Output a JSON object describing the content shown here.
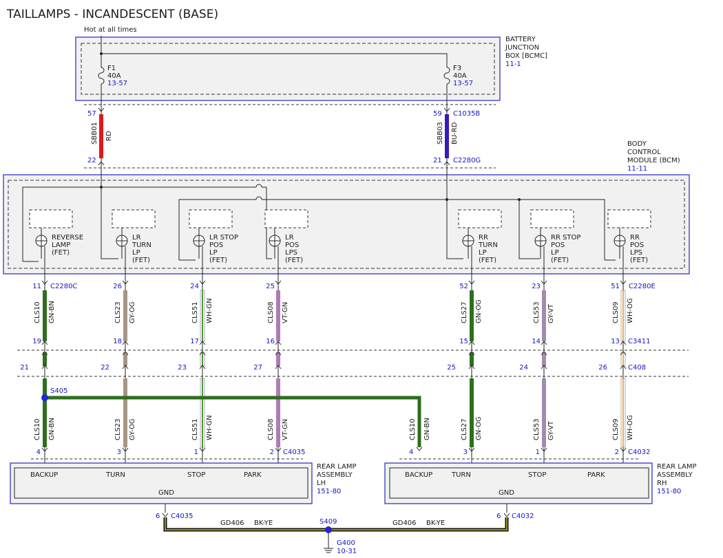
{
  "title": "TAILLAMPS - INCANDESCENT (BASE)",
  "hot_label": "Hot at all times",
  "bjb": {
    "name_lines": [
      "BATTERY",
      "JUNCTION",
      "BOX [BCMC]"
    ],
    "ref": "11-1",
    "fuses": [
      {
        "id": "F1",
        "rating": "40A",
        "ref": "13-57",
        "pin": "57",
        "connector": "",
        "wire": "SBB01",
        "color": "RD",
        "bottom_pin": "22",
        "bottom_connector": ""
      },
      {
        "id": "F3",
        "rating": "40A",
        "ref": "13-57",
        "pin": "59",
        "connector": "C1035B",
        "wire": "SBB03",
        "color": "BU-RD",
        "bottom_pin": "21",
        "bottom_connector": "C2280G"
      }
    ]
  },
  "bcm": {
    "name_lines": [
      "BODY",
      "CONTROL",
      "MODULE (BCM)"
    ],
    "ref": "11-11",
    "outputs": [
      {
        "label_lines": [
          "REVERSE",
          "LAMP",
          "(FET)"
        ]
      },
      {
        "label_lines": [
          "LR",
          "TURN",
          "LP",
          "(FET)"
        ]
      },
      {
        "label_lines": [
          "LR STOP",
          "POS",
          "LP",
          "(FET)"
        ]
      },
      {
        "label_lines": [
          "LR",
          "POS",
          "LPS",
          "(FET)"
        ]
      },
      {
        "label_lines": [
          "RR",
          "TURN",
          "LP",
          "(FET)"
        ]
      },
      {
        "label_lines": [
          "RR STOP",
          "POS",
          "LP",
          "(FET)"
        ]
      },
      {
        "label_lines": [
          "RR",
          "POS",
          "LPS",
          "(FET)"
        ]
      }
    ]
  },
  "wires": [
    {
      "circuit": "CLS10",
      "color_code": "GN-BN",
      "hex": "#2e6e1e",
      "stripe": "#2e6e1e",
      "bcm_pin": "11",
      "bcm_connector": "C2280C",
      "c3411_pin": "19",
      "c3411_connector": "",
      "c408_pin": "21",
      "c408_connector": "",
      "lamp_pin": "4",
      "lamp_connector": ""
    },
    {
      "circuit": "CLS23",
      "color_code": "GY-OG",
      "hex": "#9a9a9a",
      "stripe": "#d98a2b",
      "bcm_pin": "26",
      "bcm_connector": "",
      "c3411_pin": "18",
      "c3411_connector": "",
      "c408_pin": "22",
      "c408_connector": "",
      "lamp_pin": "3",
      "lamp_connector": ""
    },
    {
      "circuit": "CLS51",
      "color_code": "WH-GN",
      "hex": "#ffffff",
      "stripe": "#4a9a3a",
      "bcm_pin": "24",
      "bcm_connector": "",
      "c3411_pin": "17",
      "c3411_connector": "",
      "c408_pin": "23",
      "c408_connector": "",
      "lamp_pin": "1",
      "lamp_connector": ""
    },
    {
      "circuit": "CLS08",
      "color_code": "VT-GN",
      "hex": "#b07ab8",
      "stripe": "#b07ab8",
      "bcm_pin": "25",
      "bcm_connector": "",
      "c3411_pin": "16",
      "c3411_connector": "",
      "c408_pin": "27",
      "c408_connector": "",
      "lamp_pin": "2",
      "lamp_connector": "C4035"
    },
    {
      "circuit": "CLS27",
      "color_code": "GN-OG",
      "hex": "#2e6e1e",
      "stripe": "#2e6e1e",
      "bcm_pin": "52",
      "bcm_connector": "",
      "c3411_pin": "15",
      "c3411_connector": "",
      "c408_pin": "25",
      "c408_connector": "",
      "lamp_pin": "3",
      "lamp_connector": ""
    },
    {
      "circuit": "CLS53",
      "color_code": "GY-VT",
      "hex": "#a58ab0",
      "stripe": "#a58ab0",
      "bcm_pin": "23",
      "bcm_connector": "",
      "c3411_pin": "14",
      "c3411_connector": "",
      "c408_pin": "24",
      "c408_connector": "",
      "lamp_pin": "1",
      "lamp_connector": ""
    },
    {
      "circuit": "CLS09",
      "color_code": "WH-OG",
      "hex": "#ffffff",
      "stripe": "#e8b060",
      "bcm_pin": "51",
      "bcm_connector": "C2280E",
      "c3411_pin": "13",
      "c3411_connector": "C3411",
      "c408_pin": "26",
      "c408_connector": "C408",
      "lamp_pin": "2",
      "lamp_connector": "C4032"
    }
  ],
  "splice": {
    "id": "S405",
    "branch_circuit": "CLS10",
    "branch_color": "GN-BN",
    "branch_lamp_pin": "4"
  },
  "lamps": {
    "lh": {
      "name_lines": [
        "REAR LAMP",
        "ASSEMBLY",
        "LH"
      ],
      "ref": "151-80",
      "pins": [
        "BACKUP",
        "TURN",
        "STOP",
        "PARK"
      ],
      "gnd": "GND",
      "gnd_pin": "6",
      "gnd_connector": "C4035"
    },
    "rh": {
      "name_lines": [
        "REAR LAMP",
        "ASSEMBLY",
        "RH"
      ],
      "ref": "151-80",
      "pins": [
        "BACKUP",
        "TURN",
        "STOP",
        "PARK"
      ],
      "gnd": "GND",
      "gnd_pin": "6",
      "gnd_connector": "C4032"
    }
  },
  "ground": {
    "left_circuit": "GD406",
    "left_color": "BK-YE",
    "right_circuit": "GD406",
    "right_color": "BK-YE",
    "splice": "S409",
    "ground_id": "G400",
    "ground_ref": "10-31"
  },
  "colors": {
    "frame": "#3535c8",
    "link_text": "#1515c8",
    "splice_dot": "#2323e0",
    "ground_wire": "#c8b820"
  }
}
